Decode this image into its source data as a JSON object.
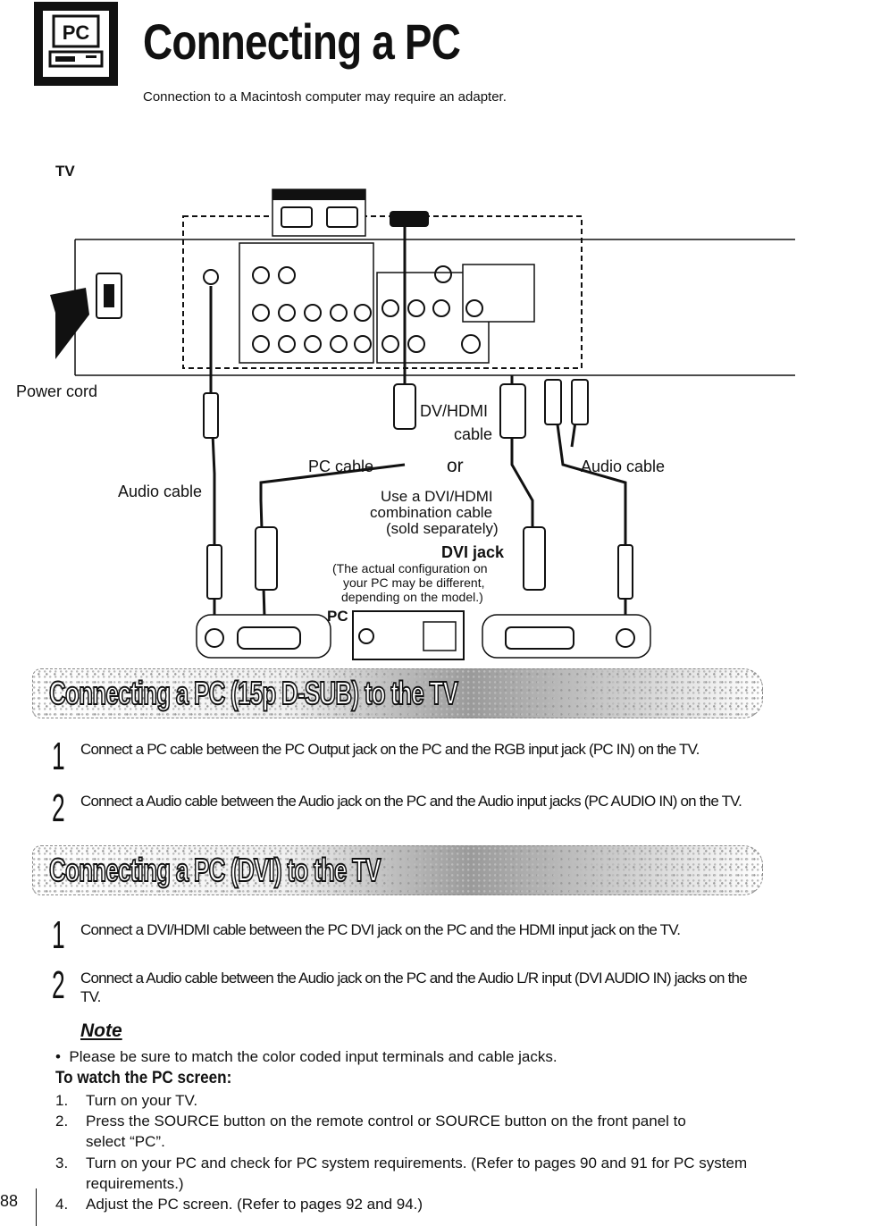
{
  "header": {
    "title": "Connecting a PC",
    "subtitle": "Connection to a Macintosh computer may require an adapter.",
    "badge_icon": "pc-monitor-icon"
  },
  "diagram": {
    "tv_label": "TV",
    "power_cord": "Power cord",
    "dvi_hdmi_cable_line1": "DV/HDMI",
    "dvi_hdmi_cable_line2": "cable",
    "pc_cable": "PC cable",
    "or": "or",
    "audio_cable_left": "Audio cable",
    "audio_cable_right": "Audio cable",
    "combo_line1": "Use a DVI/HDMI",
    "combo_line2": "combination cable",
    "combo_line3": "(sold separately)",
    "dvi_jack": "DVI jack",
    "config_line1": "(The actual configuration on",
    "config_line2": "your PC may be different,",
    "config_line3": "depending on the model.)",
    "pc_label": "PC"
  },
  "section1": {
    "title": "Connecting a PC (15p D-SUB) to the TV",
    "steps": [
      {
        "num": "1",
        "text": "Connect a PC cable between the PC Output jack on the PC and the RGB input jack (PC IN) on the TV."
      },
      {
        "num": "2",
        "text": "Connect a Audio cable between the Audio jack on the PC and the Audio input jacks (PC AUDIO IN) on the TV."
      }
    ]
  },
  "section2": {
    "title": "Connecting a PC (DVI) to the TV",
    "steps": [
      {
        "num": "1",
        "text": "Connect a DVI/HDMI cable between the PC DVI jack on the PC and the HDMI input jack on the TV."
      },
      {
        "num": "2",
        "text": "Connect a Audio cable between the Audio jack on the PC and the Audio L/R input (DVI AUDIO IN) jacks on the TV."
      }
    ]
  },
  "note": {
    "title": "Note",
    "items": [
      "Please be sure to match the color coded input terminals and cable jacks."
    ]
  },
  "watch": {
    "title": "To watch the PC screen:",
    "items": [
      {
        "num": "1.",
        "text": "Turn on your TV."
      },
      {
        "num": "2.",
        "text": "Press the SOURCE button on the remote control or SOURCE button on the front panel to select “PC”."
      },
      {
        "num": "3.",
        "text": "Turn on your PC and check for PC system requirements. (Refer to pages 90 and 91 for PC system requirements.)"
      },
      {
        "num": "4.",
        "text": "Adjust the PC screen. (Refer to pages 92 and 94.)"
      }
    ]
  },
  "footer": {
    "page_number": "88"
  }
}
